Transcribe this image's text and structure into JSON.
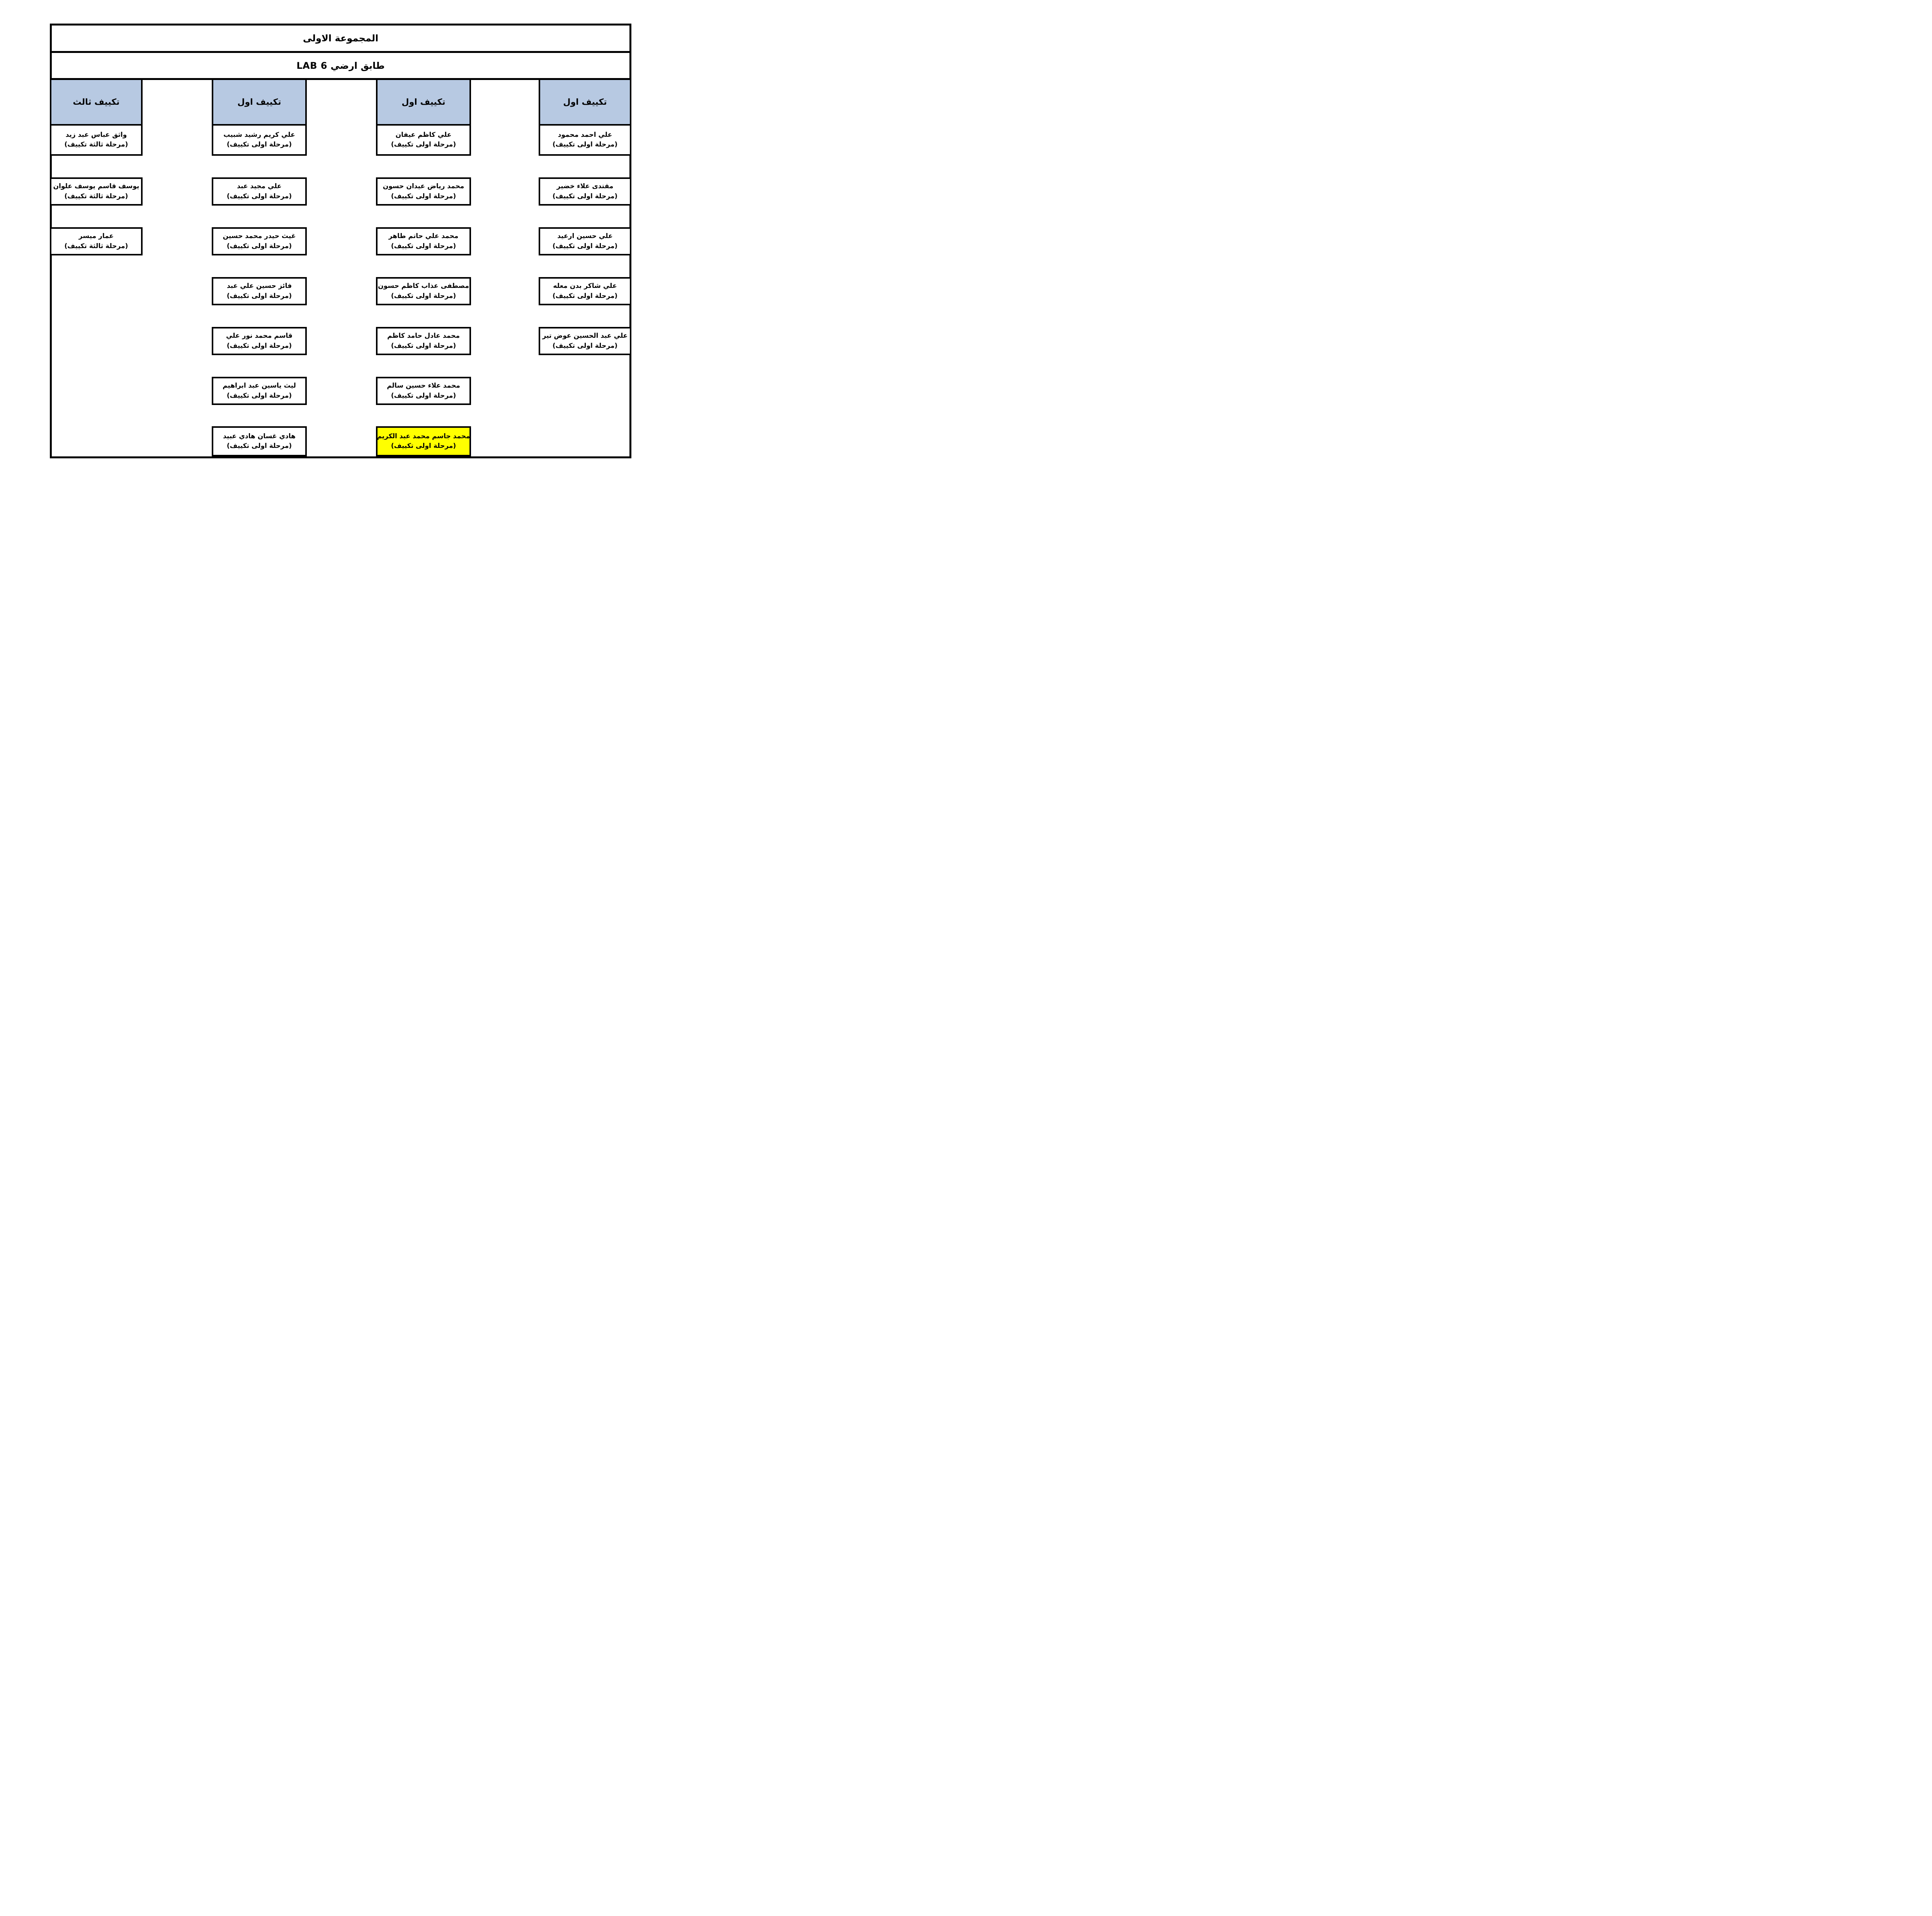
{
  "header": {
    "group_title": "المجموعة الاولى",
    "location_title": "طابق ارضي LAB 6"
  },
  "colors": {
    "column_header_fill": "#b7c9e2",
    "highlight_fill": "#ffff00",
    "border": "#000000",
    "background": "#ffffff"
  },
  "columns": [
    {
      "id": "air-conditioning-third",
      "header": "تكييف ثالث",
      "attach": "left",
      "boxes": [
        {
          "row": 1,
          "name": "واثق عباس عبد زيد",
          "stage": "(مرحلة ثالثة تكييف)",
          "highlight": false
        },
        {
          "row": 2,
          "name": "يوسف قاسم يوسف علوان",
          "stage": "(مرحلة ثالثة تكييف)",
          "highlight": false
        },
        {
          "row": 3,
          "name": "عمار ميسر",
          "stage": "(مرحلة ثالثة تكييف)",
          "highlight": false
        }
      ]
    },
    {
      "id": "air-conditioning-first-a",
      "header": "تكييف اول",
      "attach": "none",
      "boxes": [
        {
          "row": 1,
          "name": "علي كريم رشيد شبيب",
          "stage": "(مرحلة اولى تكييف)",
          "highlight": false
        },
        {
          "row": 2,
          "name": "علي مجيد عبد",
          "stage": "(مرحلة اولى تكييف)",
          "highlight": false
        },
        {
          "row": 3,
          "name": "غيث حيدر محمد حسين",
          "stage": "(مرحلة اولى تكييف)",
          "highlight": false
        },
        {
          "row": 4,
          "name": "فائز حسين علي عبد",
          "stage": "(مرحلة اولى تكييف)",
          "highlight": false
        },
        {
          "row": 5,
          "name": "قاسم محمد نور علي",
          "stage": "(مرحلة اولى تكييف)",
          "highlight": false
        },
        {
          "row": 6,
          "name": "ليث ياسين عبد ابراهيم",
          "stage": "(مرحلة اولى تكييف)",
          "highlight": false
        },
        {
          "row": 7,
          "name": "هادي غسان هادي عبيد",
          "stage": "(مرحلة اولى تكييف)",
          "highlight": false
        }
      ]
    },
    {
      "id": "air-conditioning-first-b",
      "header": "تكييف اول",
      "attach": "none",
      "boxes": [
        {
          "row": 1,
          "name": "علي كاظم عيفان",
          "stage": "(مرحلة اولى تكييف)",
          "highlight": false
        },
        {
          "row": 2,
          "name": "محمد رياض عيدان حسون",
          "stage": "(مرحلة اولى تكييف)",
          "highlight": false
        },
        {
          "row": 3,
          "name": "محمد علي حاتم طاهر",
          "stage": "(مرحلة اولى تكييف)",
          "highlight": false
        },
        {
          "row": 4,
          "name": "مصطفى عذاب كاظم حسون",
          "stage": "(مرحلة اولى تكييف)",
          "highlight": false
        },
        {
          "row": 5,
          "name": "محمد عادل حامد كاظم",
          "stage": "(مرحلة اولى تكييف)",
          "highlight": false
        },
        {
          "row": 6,
          "name": "محمد علاء حسين سالم",
          "stage": "(مرحلة اولى تكييف)",
          "highlight": false
        },
        {
          "row": 7,
          "name": "محمد جاسم محمد عبد الكريم",
          "stage": "(مرحلة اولى تكييف)",
          "highlight": true
        }
      ]
    },
    {
      "id": "air-conditioning-first-c",
      "header": "تكييف اول",
      "attach": "right",
      "boxes": [
        {
          "row": 1,
          "name": "علي احمد محمود",
          "stage": "(مرحلة اولى تكييف)",
          "highlight": false
        },
        {
          "row": 2,
          "name": "مقتدى علاء خضير",
          "stage": "(مرحلة اولى تكييف)",
          "highlight": false
        },
        {
          "row": 3,
          "name": "علي حسين ارعيد",
          "stage": "(مرحلة اولى تكييف)",
          "highlight": false
        },
        {
          "row": 4,
          "name": "علي شاكر بدن معله",
          "stage": "(مرحلة اولى تكييف)",
          "highlight": false
        },
        {
          "row": 5,
          "name": "علي عبد الحسين عوض تير",
          "stage": "(مرحلة اولى تكييف)",
          "highlight": false
        }
      ]
    }
  ]
}
